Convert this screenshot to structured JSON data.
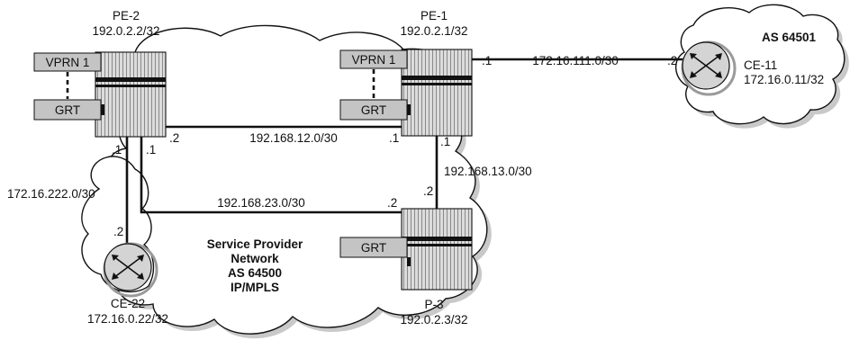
{
  "routers": {
    "pe2": {
      "name": "PE-2",
      "address": "192.0.2.2/32",
      "vprn_label": "VPRN 1",
      "grt_label": "GRT"
    },
    "pe1": {
      "name": "PE-1",
      "address": "192.0.2.1/32",
      "vprn_label": "VPRN 1",
      "grt_label": "GRT"
    },
    "p3": {
      "name": "P-3",
      "address": "192.0.2.3/32",
      "grt_label": "GRT"
    }
  },
  "customer_edges": {
    "ce11": {
      "name": "CE-11",
      "address": "172.16.0.11/32",
      "as_label": "AS 64501"
    },
    "ce22": {
      "name": "CE-22",
      "address": "172.16.0.22/32"
    }
  },
  "provider_cloud": {
    "line1": "Service Provider",
    "line2": "Network",
    "line3": "AS 64500",
    "line4": "IP/MPLS"
  },
  "links": {
    "pe1_ce11": {
      "subnet": "172.16.111.0/30",
      "pe_end": ".1",
      "ce_end": ".2"
    },
    "pe1_pe2": {
      "subnet": "192.168.12.0/30",
      "pe2_end": ".2",
      "pe1_end": ".1"
    },
    "pe1_p3": {
      "subnet": "192.168.13.0/30",
      "pe1_end": ".1",
      "p3_end": ".2"
    },
    "pe2_p3": {
      "subnet": "192.168.23.0/30",
      "pe2_end": ".1",
      "p3_end": ".2"
    },
    "pe2_ce22": {
      "subnet": "172.16.222.0/30",
      "pe2_end": ".1",
      "ce_end": ".2"
    }
  }
}
